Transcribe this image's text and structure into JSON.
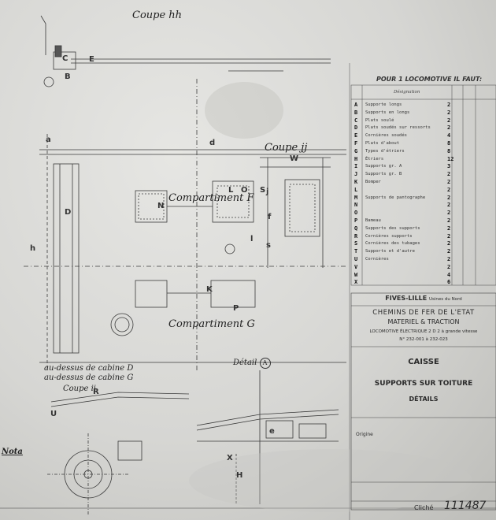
{
  "sheet": {
    "section_hh": "Coupe hh",
    "section_jj": "Coupe jj",
    "section_ii": "Coupe ii",
    "compartment_f": "Compartiment F",
    "compartment_g": "Compartiment G",
    "detail_a": "Détail",
    "detail_a_mark": "A",
    "cabin_d": "au-dessus de cabine D",
    "cabin_g": "au-dessus de cabine G",
    "nota": "Nota"
  },
  "letters": [
    "C",
    "B",
    "E",
    "D",
    "h",
    "a",
    "L",
    "O",
    "N",
    "S",
    "K",
    "P",
    "W",
    "U",
    "R",
    "X",
    "H",
    "d",
    "j",
    "f",
    "e",
    "s",
    "l"
  ],
  "parts_list": {
    "heading": "POUR 1 LOCOMOTIVE IL FAUT:",
    "col_designation": "Désignation",
    "letters": [
      "A",
      "B",
      "C",
      "D",
      "E",
      "F",
      "G",
      "H",
      "I",
      "J",
      "K",
      "L",
      "M",
      "N",
      "O",
      "P",
      "Q",
      "R",
      "S",
      "T",
      "U",
      "V",
      "W",
      "X"
    ],
    "quantities": [
      "2",
      "2",
      "2",
      "2",
      "4",
      "8",
      "8",
      "12",
      "3",
      "2",
      "2",
      "2",
      "2",
      "2",
      "2",
      "2",
      "2",
      "2",
      "2",
      "2",
      "2",
      "2",
      "4",
      "6"
    ],
    "designations": [
      "Supporte longs",
      "Supports en longs",
      "Plats soulé",
      "Plats soudés sur ressorts",
      "Cornières soudés",
      "Plats d'about",
      "Types d'étriers",
      "Étriers",
      "Supports gr. A",
      "Supports gr. B",
      "Bomper",
      "",
      "Supports de pantographe",
      "",
      "",
      "Bameau",
      "Supports des supports",
      "Cornières supports",
      "Cornières des tubages",
      "Supports et d'autre",
      "Cornières",
      "",
      "",
      ""
    ]
  },
  "title_block": {
    "maker": "FIVES-LILLE",
    "maker_sub": "Usines du Nord",
    "railway": "CHEMINS DE FER DE L'ETAT",
    "dept": "MATERIEL & TRACTION",
    "loco": "LOCOMOTIVE ÉLECTRIQUE 2 D 2 à grande vitesse",
    "series": "N° 232-001 à 232-023",
    "object": "CAISSE",
    "sub1": "SUPPORTS SUR TOITURE",
    "sub2": "DÉTAILS",
    "origin": "Origine",
    "cliche_label": "Cliché",
    "cliche_no": "111487"
  }
}
